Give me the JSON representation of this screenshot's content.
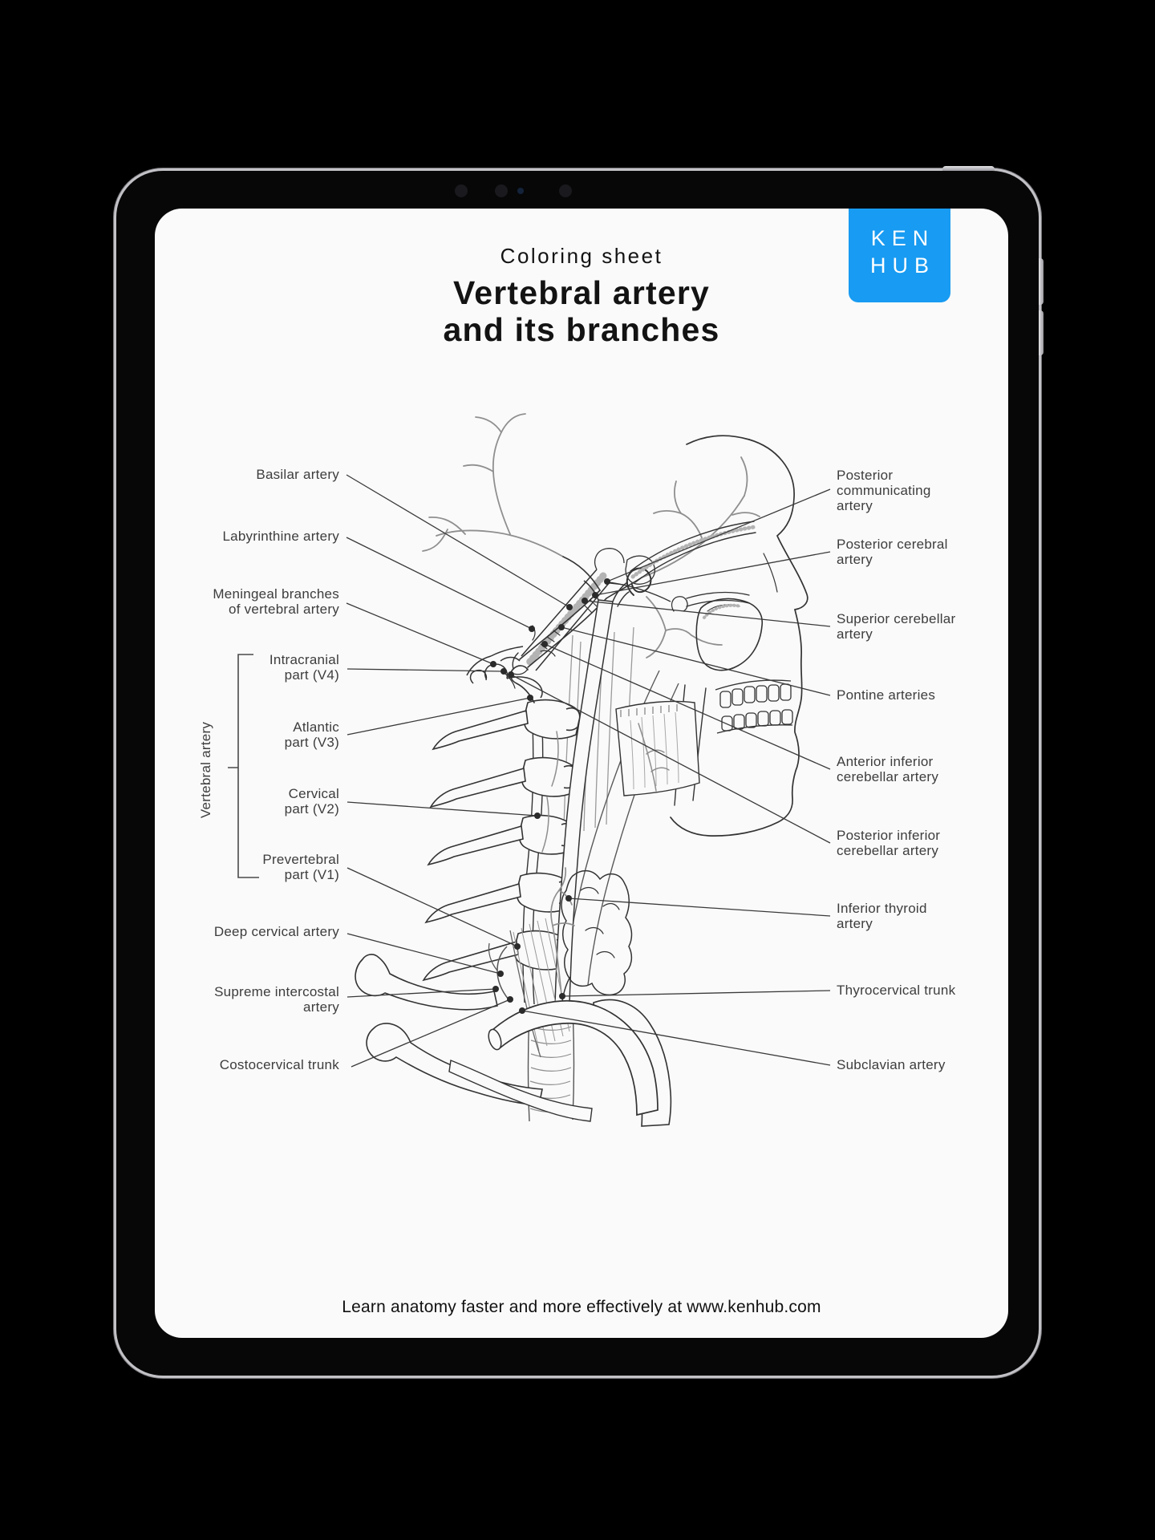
{
  "device": {
    "type": "tablet mockup"
  },
  "logo": {
    "line1": "KEN",
    "line2": "HUB",
    "color": "#189bf2"
  },
  "title": {
    "kicker": "Coloring sheet",
    "heading_line1": "Vertebral artery",
    "heading_line2": "and its branches"
  },
  "diagram": {
    "group_label": "Vertebral artery",
    "left_labels": [
      {
        "text": "Basilar artery"
      },
      {
        "text": "Labyrinthine artery"
      },
      {
        "text": "Meningeal branches\nof vertebral artery"
      },
      {
        "text": "Intracranial\npart (V4)"
      },
      {
        "text": "Atlantic\npart (V3)"
      },
      {
        "text": "Cervical\npart (V2)"
      },
      {
        "text": "Prevertebral\npart (V1)"
      },
      {
        "text": "Deep cervical artery"
      },
      {
        "text": "Supreme intercostal\nartery"
      },
      {
        "text": "Costocervical trunk"
      }
    ],
    "right_labels": [
      {
        "text": "Posterior\ncommunicating\nartery"
      },
      {
        "text": "Posterior cerebral\nartery"
      },
      {
        "text": "Superior cerebellar\nartery"
      },
      {
        "text": "Pontine arteries"
      },
      {
        "text": "Anterior inferior\ncerebellar artery"
      },
      {
        "text": "Posterior inferior\ncerebellar artery"
      },
      {
        "text": "Inferior thyroid\nartery"
      },
      {
        "text": "Thyrocervical trunk"
      },
      {
        "text": "Subclavian artery"
      }
    ]
  },
  "footer": {
    "text": "Learn anatomy faster and more effectively at www.kenhub.com"
  },
  "colors": {
    "brand_blue": "#189bf2",
    "page_bg": "#000000",
    "screen_bg": "#fafafa",
    "ink": "#333333",
    "label_ink": "#3d3d3d",
    "artery_gray": "#8f8f8f"
  }
}
